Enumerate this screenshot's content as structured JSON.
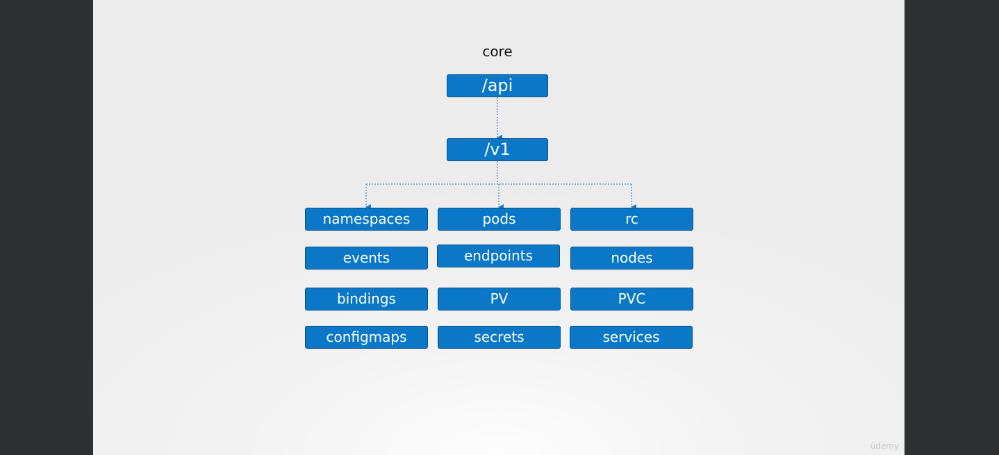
{
  "diagram": {
    "core_label": "core",
    "api_label": "/api",
    "version_label": "/v1",
    "resources": [
      [
        "namespaces",
        "pods",
        "rc"
      ],
      [
        "events",
        "endpoints",
        "nodes"
      ],
      [
        "bindings",
        "PV",
        "PVC"
      ],
      [
        "configmaps",
        "secrets",
        "services"
      ]
    ]
  },
  "colors": {
    "box_fill": "#0a78c6",
    "box_border": "#0b4f86",
    "connector": "#1a7bc4",
    "slide_background": "#f2f2f2",
    "frame_background": "#2f3031"
  },
  "watermark": "ûdemy"
}
